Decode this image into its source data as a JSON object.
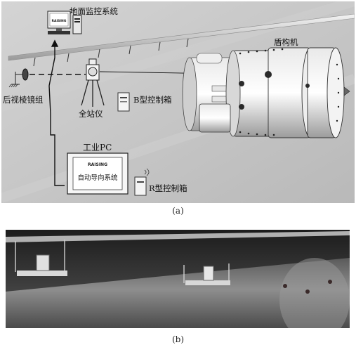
{
  "panel_a": {
    "labels": {
      "ground_monitor": "地面监控系统",
      "shield": "盾构机",
      "rear_prism": "后视棱镜组",
      "total_station": "全站仪",
      "b_box": "B型控制箱",
      "industrial_pc": "工业PC",
      "auto_guide": "自动导向系统",
      "r_box": "R型控制箱",
      "brand": "RAISING"
    },
    "caption": "(a)"
  },
  "panel_b": {
    "caption": "(b)"
  },
  "colors": {
    "bg_gray": "#c9c9c9",
    "dark": "#1a1a1a"
  }
}
